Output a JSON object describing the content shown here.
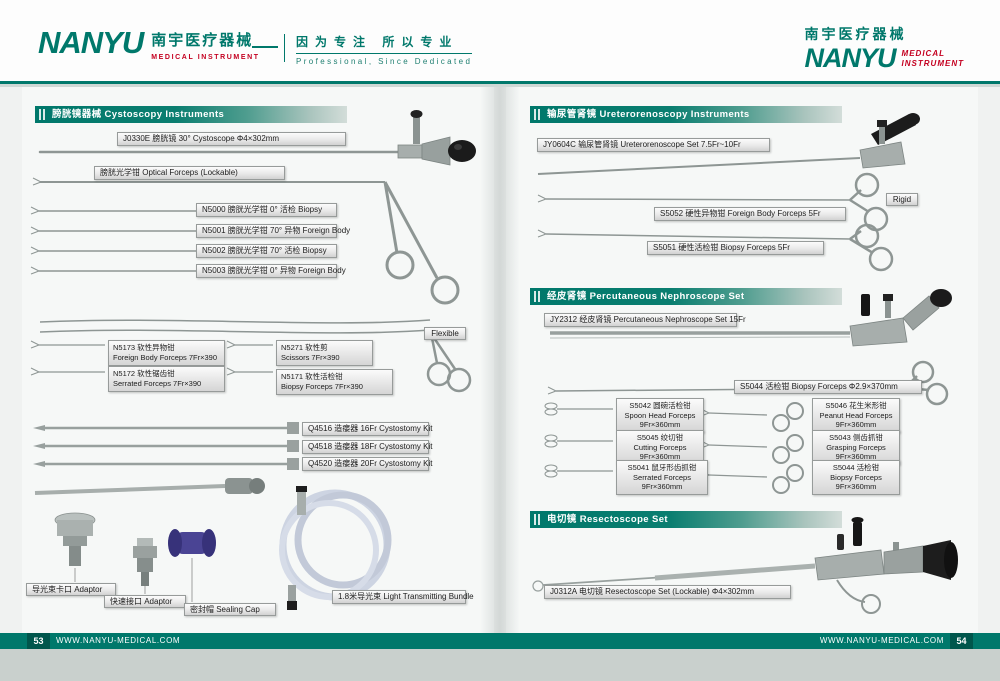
{
  "brand": {
    "accent": "#00786b",
    "red": "#c40020",
    "name": "NANYU",
    "name_cn": "南宇医疗器械",
    "sub_en": "MEDICAL  INSTRUMENT",
    "sub_en_1": "MEDICAL",
    "sub_en_2": "INSTRUMENT",
    "slogan_cn": "因为专注 所以专业",
    "slogan_en": "Professional, Since Dedicated"
  },
  "sections": {
    "cystoscopy": "膀胱镜器械  Cystoscopy Instruments",
    "uretero": "输尿管肾镜 Ureterorenoscopy Instruments",
    "nephro": "经皮肾镜 Percutaneous Nephroscope Set",
    "resecto": "电切镜  Resectoscope Set"
  },
  "left_page": {
    "cystoscope_label": "J0330E 膀胱镜 30°  Cystoscope  Φ4×302mm",
    "optical_forceps_label": "膀胱光学钳 Optical Forceps (Lockable)",
    "forceps": [
      "N5000 膀胱光学钳 0°  活检 Biopsy",
      "N5001 膀胱光学钳 70°  异物 Foreign Body",
      "N5002 膀胱光学钳 70°  活检 Biopsy",
      "N5003 膀胱光学钳 0°  异物 Foreign Body"
    ],
    "flexible_tag": "Flexible",
    "flex_forceps": [
      {
        "l1": "N5173 软性异物钳",
        "l2": "Foreign Body Forceps 7Fr×390"
      },
      {
        "l1": "N5271 软性剪",
        "l2": "Scissors 7Fr×390"
      },
      {
        "l1": "N5172 软性锯齿钳",
        "l2": "Serrated Forceps 7Fr×390"
      },
      {
        "l1": "N5171 软性活检钳",
        "l2": "Biopsy Forceps 7Fr×390"
      }
    ],
    "cystostomy": [
      "Q4516 造瘘器 16Fr Cystostomy Kit",
      "Q4518 造瘘器 18Fr Cystostomy Kit",
      "Q4520 造瘘器 20Fr Cystostomy Kit"
    ],
    "accessories": [
      "导光束卡口 Adaptor",
      "快速接口 Adaptor",
      "密封帽 Sealing Cap",
      "1.8米导光束  Light Transmitting Bundle"
    ]
  },
  "right_page": {
    "uretero_label": "JY0604C 输尿管肾镜 Ureterorenoscope Set 7.5Fr~10Fr",
    "rigid_tag": "Rigid",
    "rigid_forceps": [
      "S5052 硬性异物钳 Foreign Body Forceps 5Fr",
      "S5051 硬性活检钳 Biopsy Forceps 5Fr"
    ],
    "nephro_label": "JY2312 经皮肾镜 Percutaneous Nephroscope Set 15Fr",
    "nephro_biopsy_label": "S5044 活检钳 Biopsy Forceps Φ2.9×370mm",
    "grid_forceps": [
      {
        "l1": "S5042 圆碗活检钳",
        "l2": "Spoon Head Forceps",
        "l3": "9Fr×360mm"
      },
      {
        "l1": "S5046 花生米形钳",
        "l2": "Peanut Head Forceps",
        "l3": "9Fr×360mm"
      },
      {
        "l1": "S5045 绞切钳",
        "l2": "Cutting Forceps",
        "l3": "9Fr×360mm"
      },
      {
        "l1": "S5043 侧齿抓钳",
        "l2": "Grasping Forceps",
        "l3": "9Fr×360mm"
      },
      {
        "l1": "S5041 鼠牙形齿抓钳",
        "l2": "Serrated Forceps",
        "l3": "9Fr×360mm"
      },
      {
        "l1": "S5044 活检钳",
        "l2": "Biopsy Forceps",
        "l3": "9Fr×360mm"
      }
    ],
    "resecto_label": "J0312A 电切镜 Resectoscope Set (Lockable)  Φ4×302mm"
  },
  "footer": {
    "url": "WWW.NANYU-MEDICAL.COM",
    "page_left": "53",
    "page_right": "54"
  }
}
